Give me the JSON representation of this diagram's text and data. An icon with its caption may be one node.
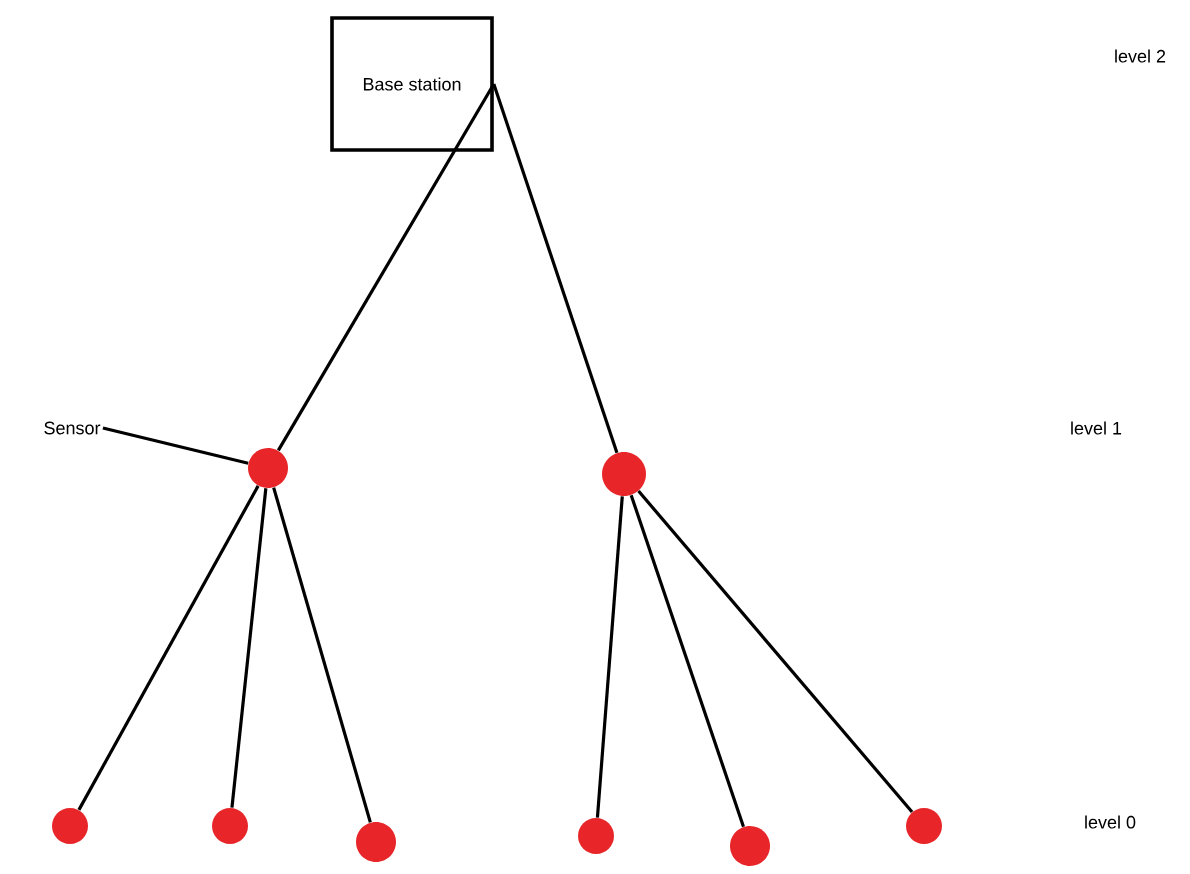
{
  "diagram": {
    "nodes": [
      {
        "text": [
          "Base station"
        ]
      },
      {
        "text": [],
        "shape": "circle"
      },
      {
        "text": [],
        "shape": "circle"
      },
      {
        "text": [],
        "shape": "circle"
      },
      {
        "text": [],
        "shape": "circle"
      },
      {
        "text": [],
        "shape": "circle"
      },
      {
        "text": [],
        "shape": "circle"
      },
      {
        "text": [],
        "shape": "circle"
      },
      {
        "text": [],
        "shape": "circle"
      },
      {
        "text": [
          "Sensor"
        ]
      }
    ],
    "edges": [
      {
        "from": 0,
        "to": 1,
        "arrow": "none"
      },
      {
        "from": 0,
        "to": 2,
        "arrow": "none"
      },
      {
        "from": 1,
        "to": 3,
        "arrow": "none"
      },
      {
        "from": 1,
        "to": 4,
        "arrow": "none"
      },
      {
        "from": 1,
        "to": 5,
        "arrow": "none"
      },
      {
        "from": 2,
        "to": 6,
        "arrow": "none"
      },
      {
        "from": 2,
        "to": 7,
        "arrow": "none"
      },
      {
        "from": 2,
        "to": 8,
        "arrow": "none"
      },
      {
        "from": 9,
        "to": 1,
        "arrow": "none"
      }
    ],
    "labels": [
      "level 2",
      "level 1",
      "level 0"
    ]
  }
}
